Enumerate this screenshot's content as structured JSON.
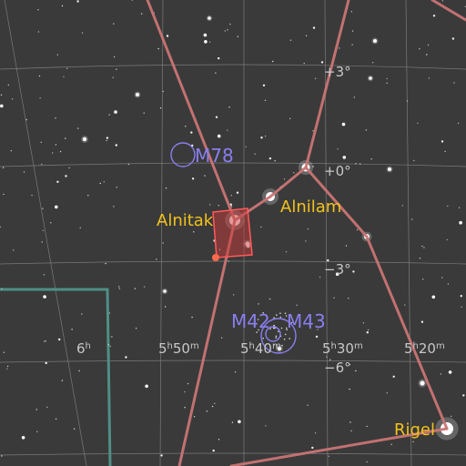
{
  "colors": {
    "background": "#3a3a3a",
    "grid": "#8a8a8a",
    "constellation_line": "#c97474",
    "constellation_boundary": "#4f8f86",
    "star_label": "#f2c21c",
    "dso_label": "#8a7ff0",
    "selection_box": "#c83a3a"
  },
  "grid_labels": {
    "dec_p3": "+3°",
    "dec_0": "+0°",
    "dec_m3": "−3°",
    "dec_m6": "−6°",
    "ra_6h": {
      "h": "6",
      "hs": "h",
      "m": "",
      "ms": ""
    },
    "ra_550": {
      "h": "5",
      "hs": "h",
      "m": "50",
      "ms": "m"
    },
    "ra_540": {
      "h": "5",
      "hs": "h",
      "m": "40",
      "ms": "m"
    },
    "ra_530": {
      "h": "5",
      "hs": "h",
      "m": "30",
      "ms": "m"
    },
    "ra_520": {
      "h": "5",
      "hs": "h",
      "m": "20",
      "ms": "m"
    }
  },
  "star_labels": {
    "alnitak": "Alnitak",
    "alnilam": "Alnilam",
    "rigel": "Rigel"
  },
  "dso_labels": {
    "m78": "M78",
    "m42": "M42",
    "m43": "M43"
  },
  "selected_object": "Alnitak"
}
